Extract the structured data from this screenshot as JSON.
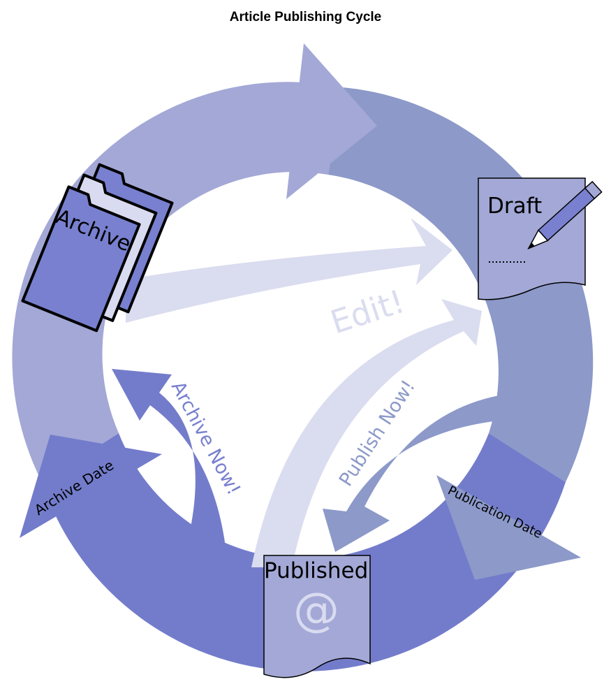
{
  "title": "Article Publishing Cycle",
  "nodes": {
    "archive": {
      "label": "Archive",
      "icon": "folder-icon"
    },
    "draft": {
      "label": "Draft",
      "icon": "pencil-icon"
    },
    "published": {
      "label": "Published",
      "icon": "at-sign-icon",
      "symbol": "@"
    }
  },
  "transitions": {
    "edit": "Edit!",
    "archive_now": "Archive Now!",
    "publish_now": "Publish Now!",
    "archive_date": "Archive Date",
    "publication_date": "Publication Date"
  },
  "colors": {
    "ring_light": "#a3a8d6",
    "ring_mid": "#8c99c9",
    "ring_dark": "#737ccb",
    "pale_arrow": "#dadcef",
    "doc_fill": "#a3a8d6",
    "folder_fill": "#7880cf"
  }
}
